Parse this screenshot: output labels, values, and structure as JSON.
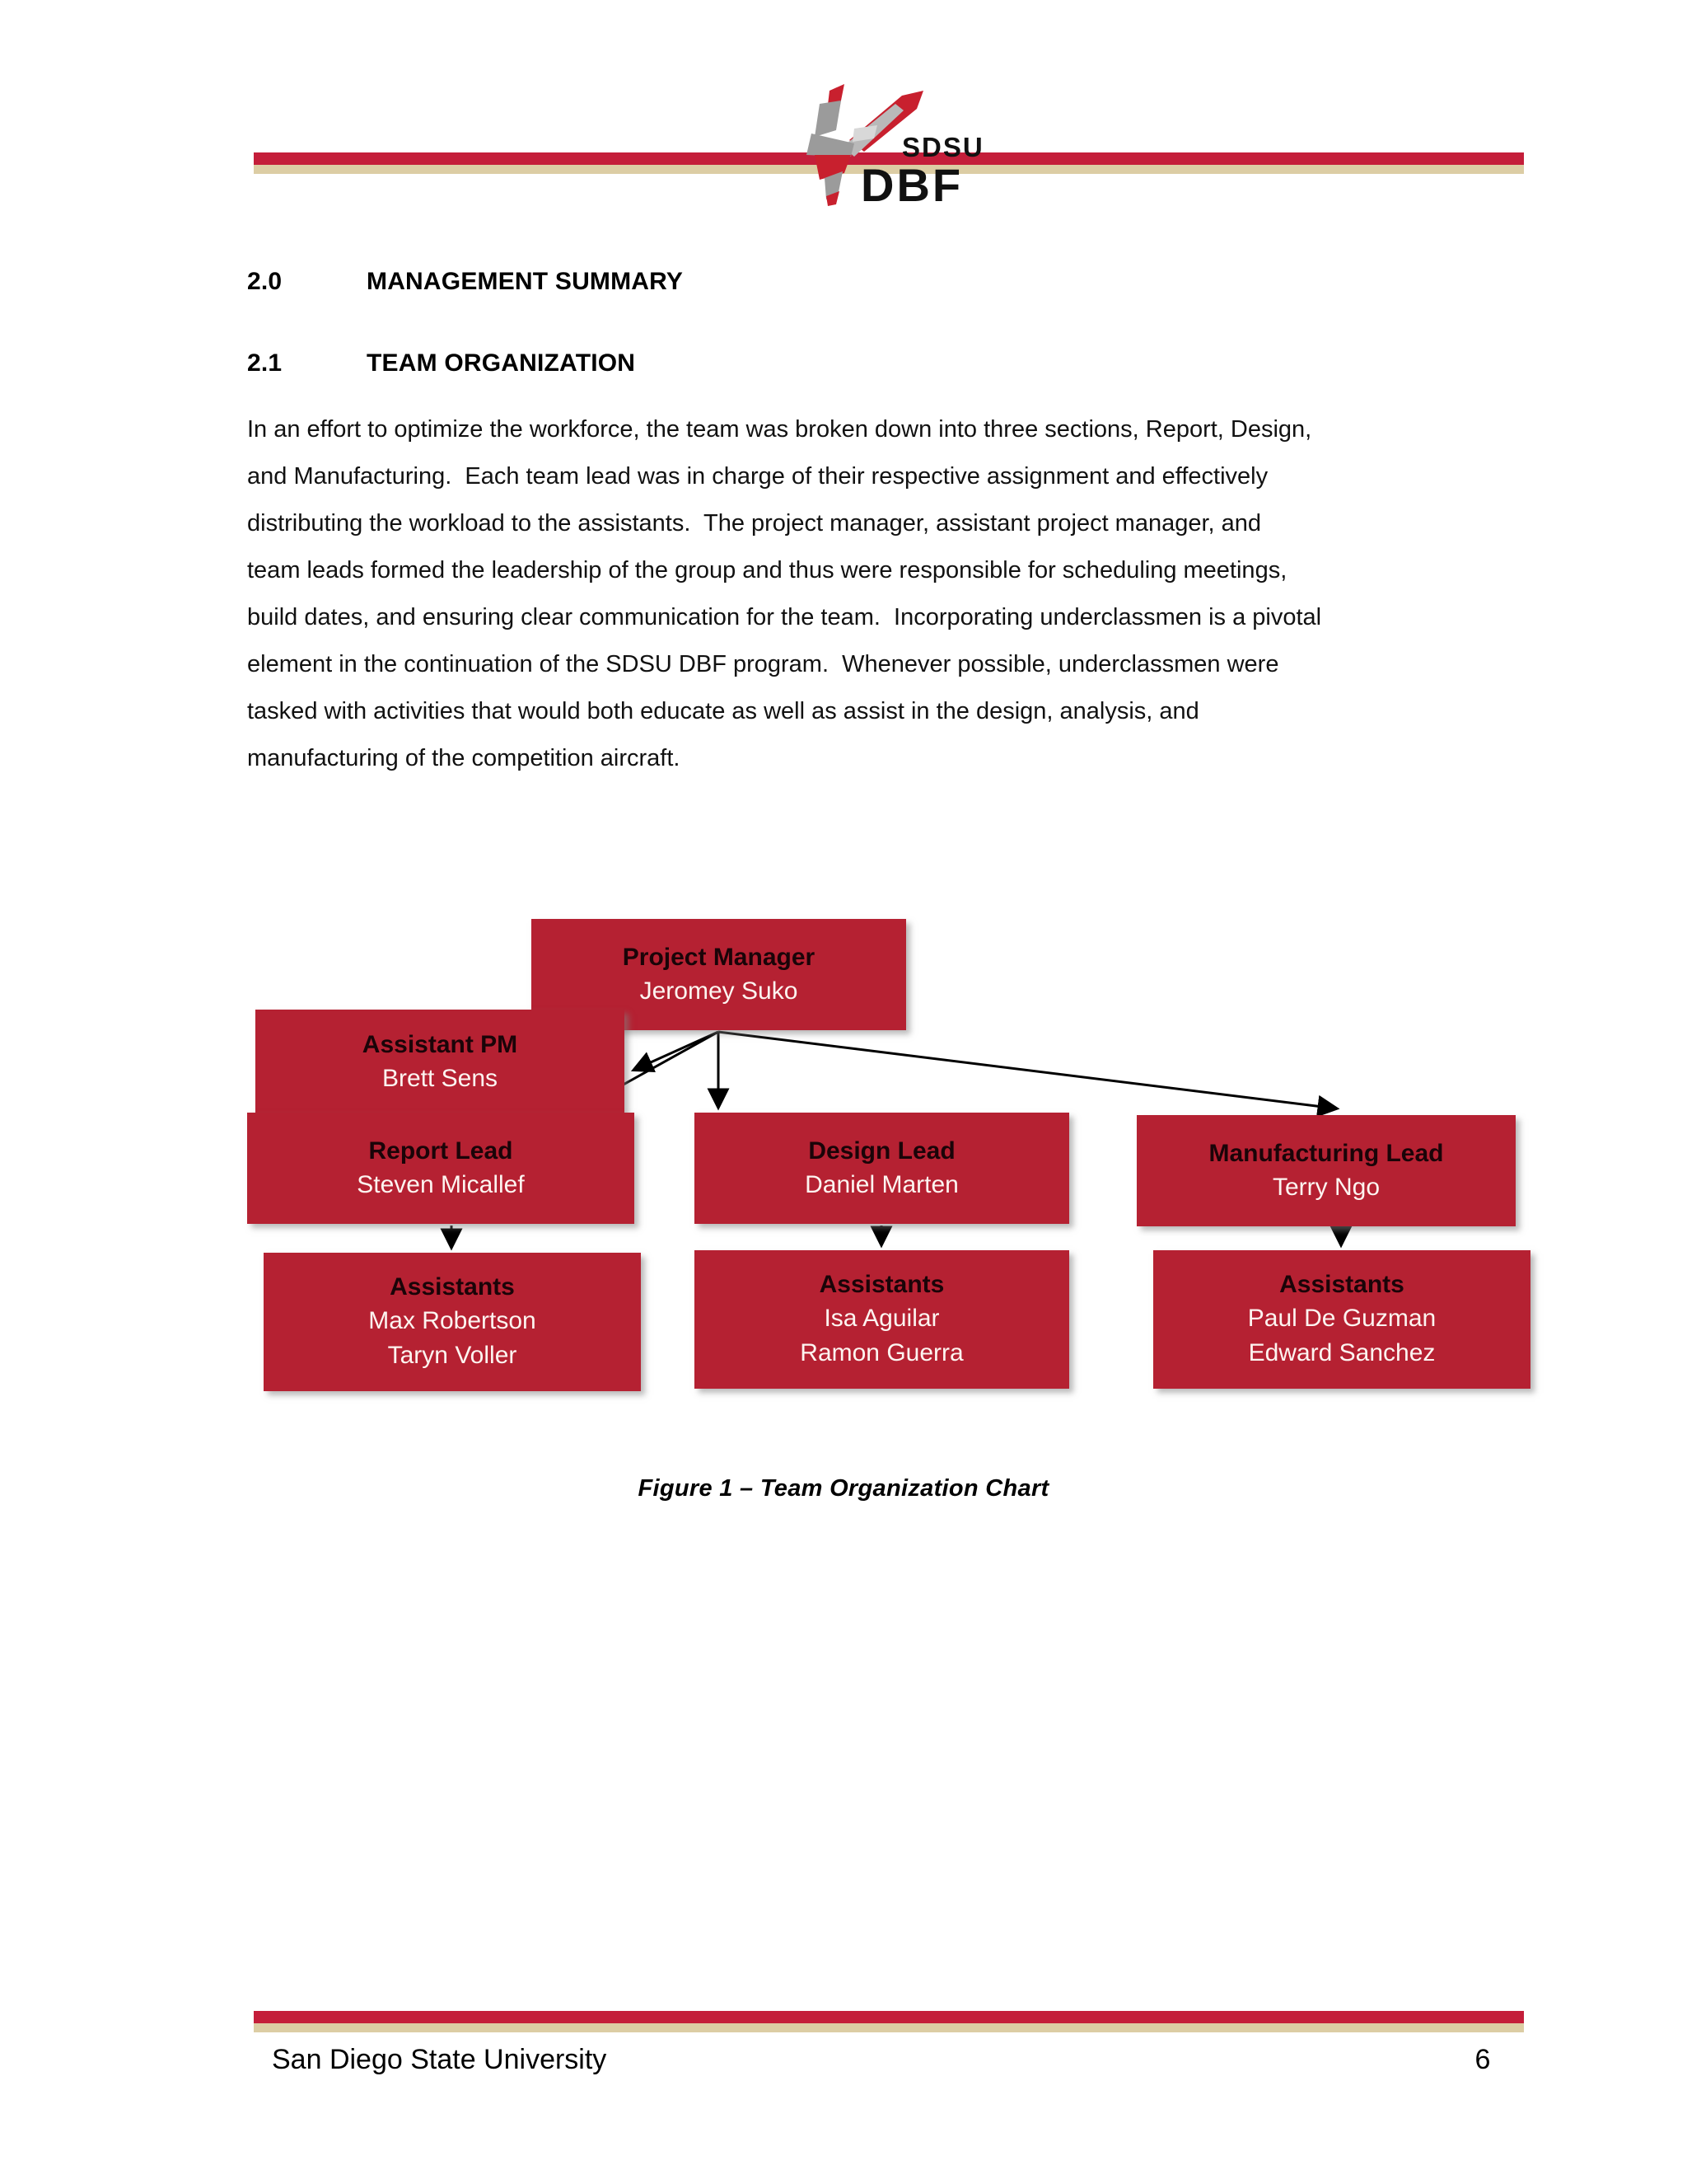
{
  "document": {
    "headings": [
      {
        "number": "2.0",
        "text": "MANAGEMENT SUMMARY"
      },
      {
        "number": "2.1",
        "text": "TEAM ORGANIZATION"
      }
    ],
    "paragraph_lines": [
      "In an effort to optimize the workforce, the team was broken down into three sections, Report, Design,",
      "and Manufacturing.  Each team lead was in charge of their respective assignment and effectively",
      "distributing the workload to the assistants.  The project manager, assistant project manager, and",
      "team leads formed the leadership of the group and thus were responsible for scheduling meetings,",
      "build dates, and ensuring clear communication for the team.  Incorporating underclassmen is a pivotal",
      "element in the continuation of the SDSU DBF program.  Whenever possible, underclassmen were",
      "tasked with activities that would both educate as well as assist in the design, analysis, and",
      "manufacturing of the competition aircraft."
    ],
    "figure_caption": "Figure 1 – Team Organization Chart"
  },
  "header": {
    "logo_text_top": "SDSU",
    "logo_text_bottom": "DBF",
    "logo_icon": "airplane-logo-icon"
  },
  "footer": {
    "organization": "San Diego State University",
    "page_number": "6"
  },
  "chart_data": {
    "type": "diagram",
    "title": "Figure 1 – Team Organization Chart",
    "nodes": [
      {
        "id": "pm",
        "title": "Project Manager",
        "people": [
          "Jeromey Suko"
        ]
      },
      {
        "id": "apm",
        "title": "Assistant PM",
        "people": [
          "Brett Sens"
        ]
      },
      {
        "id": "report",
        "title": "Report Lead",
        "people": [
          "Steven Micallef"
        ]
      },
      {
        "id": "design",
        "title": "Design Lead",
        "people": [
          "Daniel Marten"
        ]
      },
      {
        "id": "mfg",
        "title": "Manufacturing Lead",
        "people": [
          "Terry Ngo"
        ]
      },
      {
        "id": "assist1",
        "title": "Assistants",
        "people": [
          "Max Robertson",
          "Taryn Voller"
        ]
      },
      {
        "id": "assist2",
        "title": "Assistants",
        "people": [
          "Isa Aguilar",
          "Ramon Guerra"
        ]
      },
      {
        "id": "assist3",
        "title": "Assistants",
        "people": [
          "Paul De Guzman",
          "Edward Sanchez"
        ]
      }
    ],
    "edges": [
      {
        "from": "pm",
        "to": "apm"
      },
      {
        "from": "pm",
        "to": "report"
      },
      {
        "from": "pm",
        "to": "design"
      },
      {
        "from": "pm",
        "to": "mfg"
      },
      {
        "from": "report",
        "to": "assist1"
      },
      {
        "from": "design",
        "to": "assist2"
      },
      {
        "from": "mfg",
        "to": "assist3"
      }
    ]
  },
  "colors": {
    "rule_red": "#C41E3A",
    "rule_tan": "#DCCDA4",
    "node_red": "#B52132",
    "node_title": "#1A0408",
    "node_person": "#FDF4F0"
  }
}
